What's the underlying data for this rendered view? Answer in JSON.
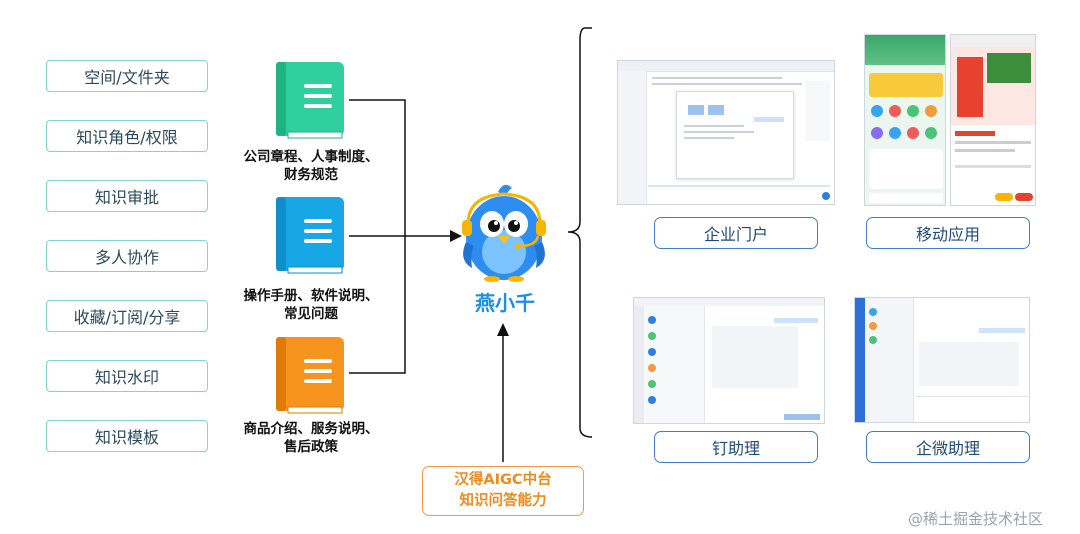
{
  "features": [
    "空间/文件夹",
    "知识角色/权限",
    "知识审批",
    "多人协作",
    "收藏/订阅/分享",
    "知识水印",
    "知识模板"
  ],
  "books": [
    {
      "line1": "公司章程、人事制度、",
      "line2": "财务规范",
      "color": "#2fcf9e"
    },
    {
      "line1": "操作手册、软件说明、",
      "line2": "常见问题",
      "color": "#18a7e6"
    },
    {
      "line1": "商品介绍、服务说明、",
      "line2": "售后政策",
      "color": "#f7941d"
    }
  ],
  "mascot": {
    "name": "燕小千"
  },
  "aigc": {
    "line1": "汉得AIGC中台",
    "line2": "知识问答能力"
  },
  "apps": [
    "企业门户",
    "移动应用",
    "钉助理",
    "企微助理"
  ],
  "watermark": "@稀土掘金技术社区",
  "colors": {
    "feature_border": "#7fd6cf",
    "app_border": "#3f7fc6",
    "aigc_border": "#f29b3b",
    "mascot": "#2e8df0"
  }
}
